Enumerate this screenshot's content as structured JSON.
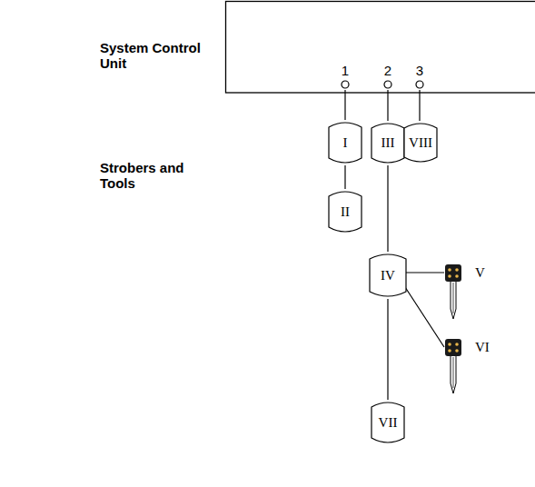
{
  "diagram": {
    "nodes": [
      {
        "text": [
          "1"
        ]
      },
      {
        "text": [
          "2"
        ]
      },
      {
        "text": [
          "3"
        ]
      },
      {
        "text": [
          "I"
        ]
      },
      {
        "text": [
          "III"
        ]
      },
      {
        "text": [
          "VIII"
        ]
      },
      {
        "text": [
          "II"
        ]
      },
      {
        "text": [
          "IV"
        ]
      },
      {
        "text": [
          "V"
        ]
      },
      {
        "text": [
          "VI"
        ]
      },
      {
        "text": [
          "VII"
        ]
      }
    ],
    "edges": [
      {
        "from": 0,
        "to": 3,
        "arrow": "none"
      },
      {
        "from": 1,
        "to": 4,
        "arrow": "none"
      },
      {
        "from": 2,
        "to": 5,
        "arrow": "none"
      },
      {
        "from": 3,
        "to": 6,
        "arrow": "none"
      },
      {
        "from": 4,
        "to": 7,
        "arrow": "none"
      },
      {
        "from": 7,
        "to": 8,
        "arrow": "none"
      },
      {
        "from": 7,
        "to": 9,
        "arrow": "none"
      },
      {
        "from": 7,
        "to": 10,
        "arrow": "none"
      }
    ],
    "labels": [
      "System Control Unit",
      "Strobers and Tools"
    ]
  }
}
